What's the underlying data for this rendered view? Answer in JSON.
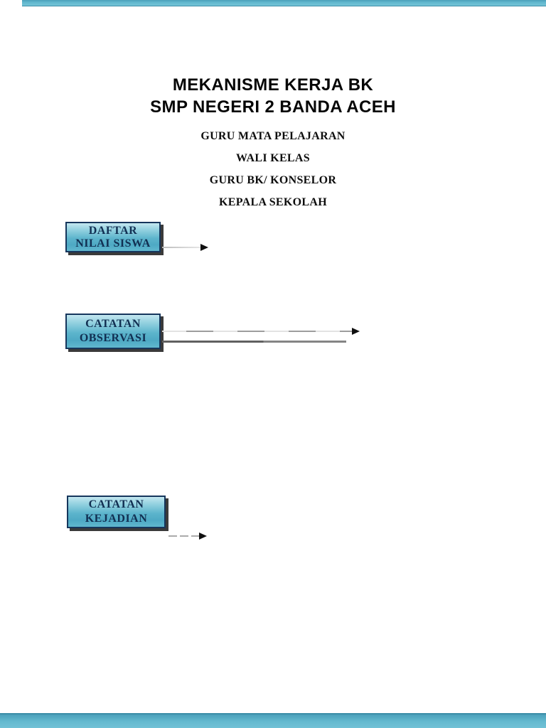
{
  "document": {
    "title_line1": "MEKANISME KERJA BK",
    "title_line2": "SMP NEGERI 2 BANDA ACEH"
  },
  "roles": [
    {
      "label": "GURU MATA PELAJARAN"
    },
    {
      "label": "WALI KELAS"
    },
    {
      "label": "GURU BK/ KONSELOR"
    },
    {
      "label": "KEPALA SEKOLAH"
    }
  ],
  "flow_boxes": [
    {
      "line1": "DAFTAR",
      "line2": "NILAI SISWA"
    },
    {
      "line1": "CATATAN",
      "line2": "OBSERVASI"
    },
    {
      "line1": "CATATAN",
      "line2": "KEJADIAN"
    }
  ],
  "colors": {
    "box_fill_light": "#c4e7f0",
    "box_fill_teal": "#5cb4cc",
    "box_border_navy": "#16365c",
    "box_text_navy": "#112f52",
    "box_shadow_gray": "#3a3a3a",
    "arrow_black": "#101010",
    "page_edge_teal": "#63b9cf"
  }
}
